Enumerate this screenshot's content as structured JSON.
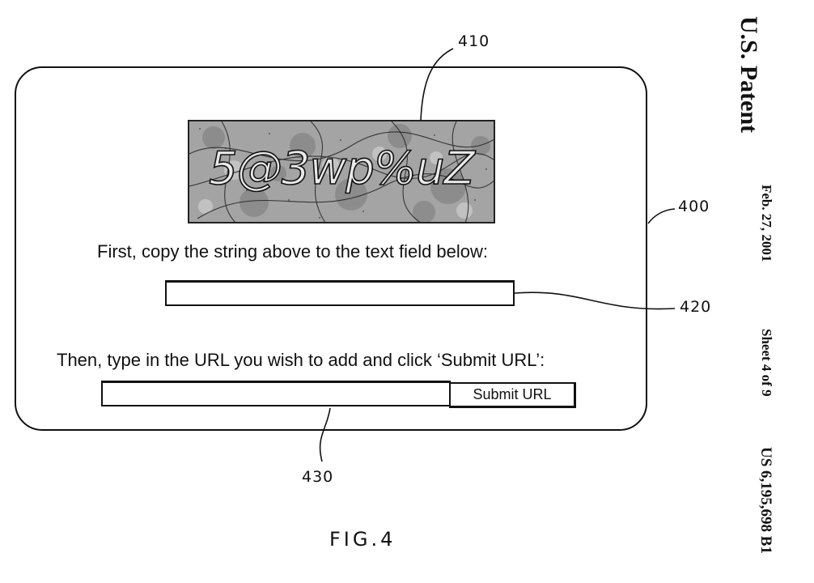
{
  "header": {
    "patent": "U.S. Patent",
    "date": "Feb. 27, 2001",
    "sheet": "Sheet 4 of 9",
    "number": "US 6,195,698 B1"
  },
  "figure": {
    "label": "FIG.4",
    "refs": {
      "panel": "400",
      "image": "410",
      "captcha_field": "420",
      "url_field": "430"
    }
  },
  "panel": {
    "captcha_string": "5@3wp%uZ",
    "instruction_1": "First, copy the string above to the text field below:",
    "instruction_2": "Then, type in the URL you wish to add and click ‘Submit URL’:",
    "captcha_input_value": "",
    "url_input_value": "",
    "submit_label": "Submit URL"
  }
}
